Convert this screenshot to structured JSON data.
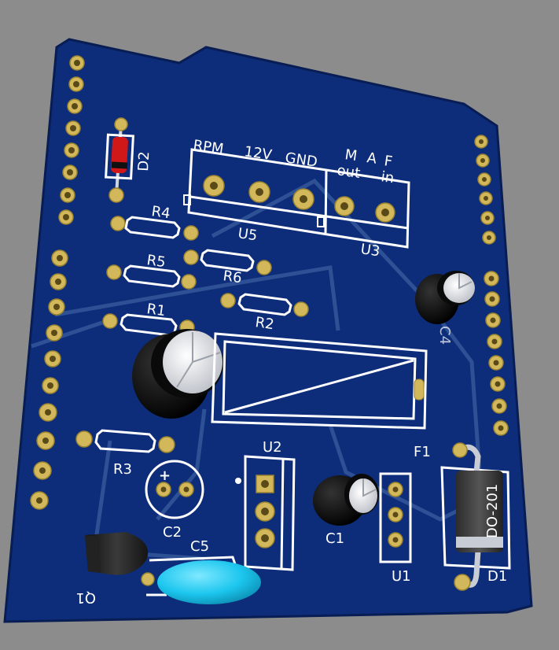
{
  "colors": {
    "background": "#8c8c8c",
    "board": "#0d2d7a",
    "board_edge": "#081d54",
    "silkscreen": "#ffffff",
    "pad": "#d2b85a",
    "trace": "#3a5c9e"
  },
  "connectors": {
    "rpm": "RPM",
    "v12": "12V",
    "gnd": "GND",
    "m": "M",
    "a": "A",
    "f": "F",
    "out": "out",
    "in": "in"
  },
  "designators": {
    "d2": "D2",
    "r4": "R4",
    "r5": "R5",
    "r6": "R6",
    "r1": "R1",
    "r2": "R2",
    "r3": "R3",
    "u5": "U5",
    "u3": "U3",
    "u2": "U2",
    "u1": "U1",
    "c4": "C4",
    "c2": "C2",
    "c5": "C5",
    "c1": "C1",
    "f1": "F1",
    "d1": "D1",
    "q1": "Q1",
    "c2_polarity": "+"
  },
  "package_labels": {
    "d1_package": "DO-201"
  }
}
